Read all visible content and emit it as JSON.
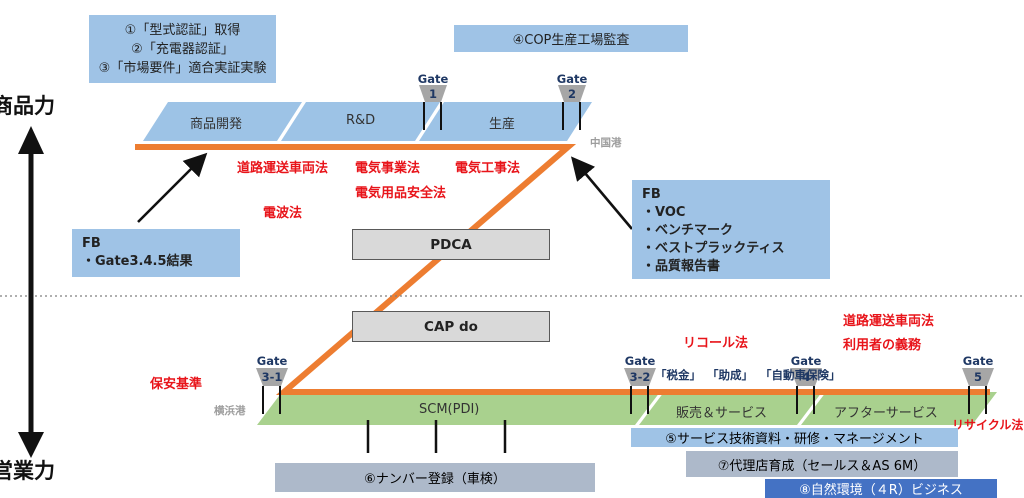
{
  "side_labels": {
    "top": "商品力",
    "bottom": "営業力"
  },
  "requirements_box": {
    "lines": [
      "①「型式認証」取得",
      "②「充電器認証」",
      "③「市場要件」適合実証実験"
    ]
  },
  "cop_box": {
    "text": "④COP生産工場監査"
  },
  "stages_top": [
    "商品開発",
    "R&D",
    "生産"
  ],
  "gates": [
    {
      "word": "Gate",
      "id": "1"
    },
    {
      "word": "Gate",
      "id": "2"
    },
    {
      "word": "Gate",
      "id": "3-1"
    },
    {
      "word": "Gate",
      "id": "3-2"
    },
    {
      "word": "Gate",
      "id": "4"
    },
    {
      "word": "Gate",
      "id": "5"
    }
  ],
  "ports": {
    "china": "中国港",
    "yokohama": "横浜港"
  },
  "laws_top": {
    "road_vehicle": "道路運送車両法",
    "electricity_business": "電気事業法",
    "electrical_work": "電気工事法",
    "electrical_appliance": "電気用品安全法",
    "radio": "電波法"
  },
  "fb_left": {
    "title": "FB",
    "items": [
      "・Gate3.4.5結果"
    ]
  },
  "fb_right": {
    "title": "FB",
    "items": [
      "・VOC",
      "・ベンチマーク",
      "・ベストプラックティス",
      "・品質報告書"
    ]
  },
  "pdca": "PDCA",
  "capdo": "CAP do",
  "laws_bottom": {
    "security_standard": "保安基準",
    "recall": "リコール法",
    "road_vehicle": "道路運送車両法",
    "user_duty": "利用者の義務",
    "recycle": "リサイクル法"
  },
  "tax_labels": [
    "「税金」",
    "「助成」",
    "「自動車保険」"
  ],
  "stages_bottom": [
    "SCM(PDI)",
    "販売＆サービス",
    "アフターサービス"
  ],
  "bottom_boxes": {
    "service_docs": "⑤サービス技術資料・研修・マネージメント",
    "number_reg": "⑥ナンバー登録（車検）",
    "dealer": "⑦代理店育成（セールス＆AS 6M）",
    "eco": "⑧自然環境（４R）ビジネス"
  },
  "colors": {
    "blue_box": "#9fc3e6",
    "blue_stripe": "#9dc3e6",
    "green_stripe": "#a9d18e",
    "orange": "#ed7d31",
    "law_red": "#e8141a",
    "gate_gray": "#a6a6a6",
    "gray_box": "#d9d9d9",
    "steel_box": "#adb9ca",
    "dark_blue_box": "#4472c4"
  },
  "icons": [
    "up-down-arrow-icon",
    "gate-marker-icon",
    "feedback-arrow-icon"
  ]
}
